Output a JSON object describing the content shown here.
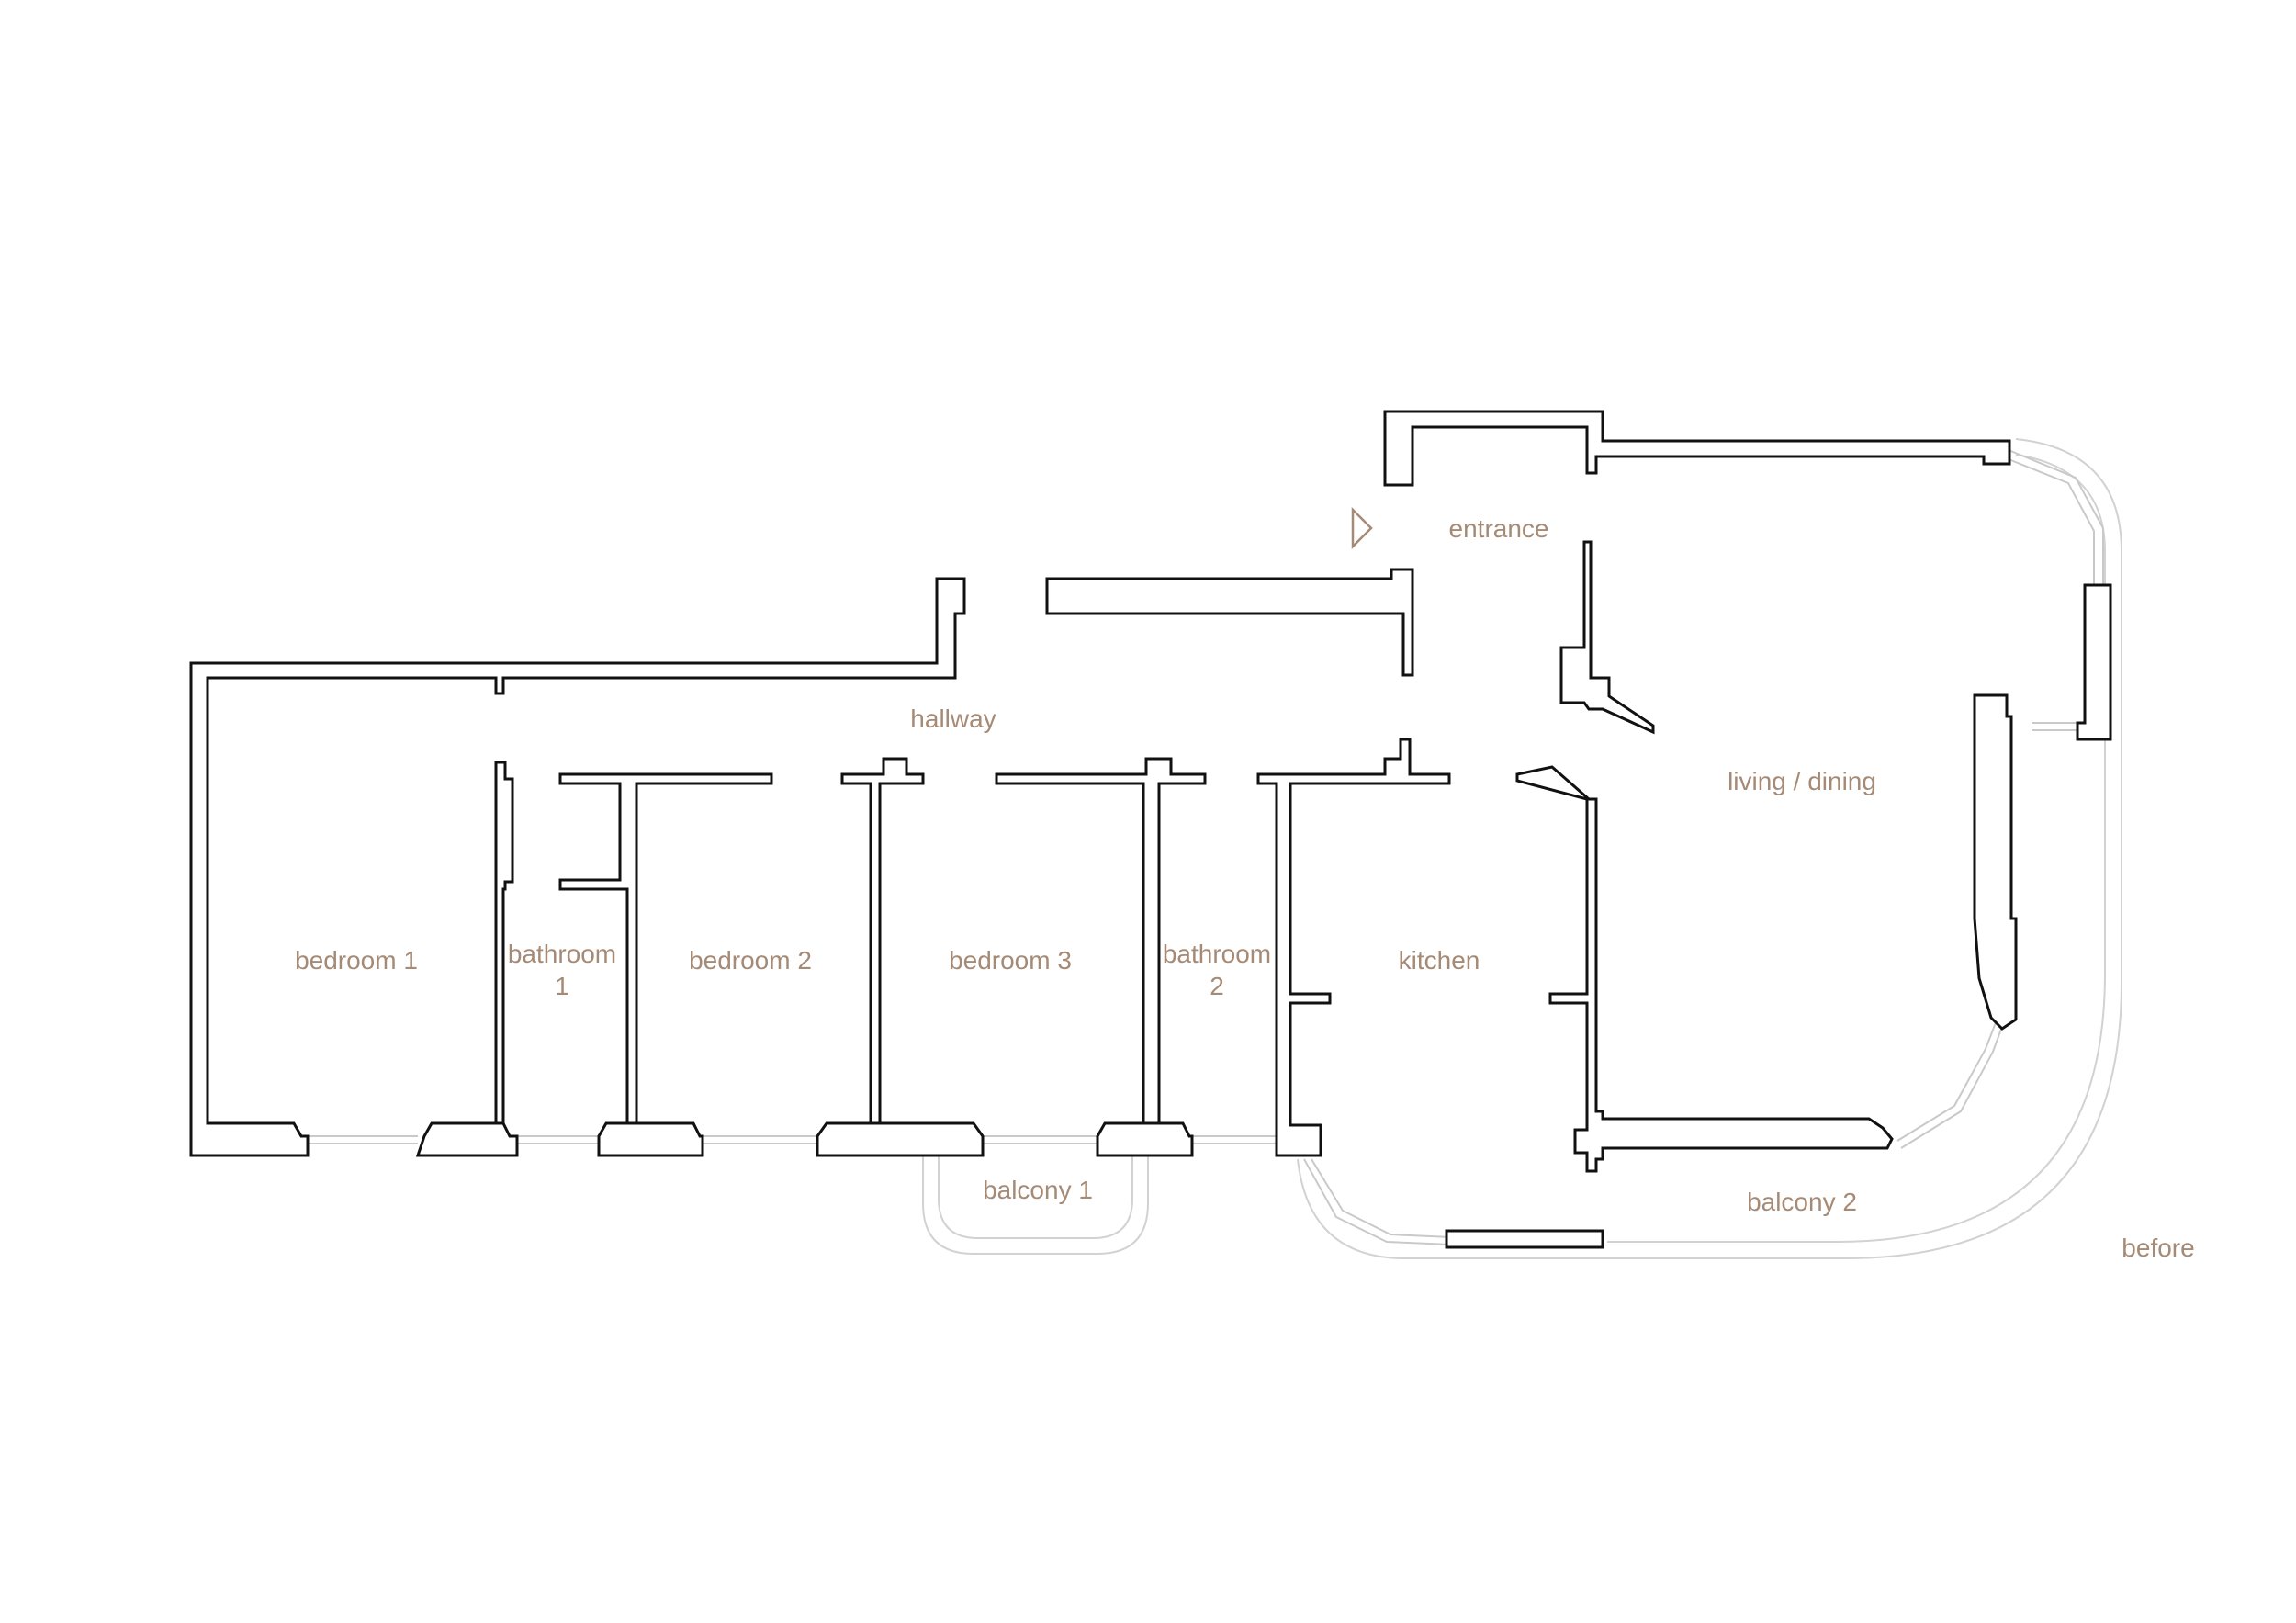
{
  "colors": {
    "label": "#a58a76",
    "wall": "#111111",
    "window": "#c9c9c9"
  },
  "labels": {
    "entrance": "entrance",
    "hallway": "hallway",
    "living_dining": "living / dining",
    "bedroom_1": "bedroom 1",
    "bathroom_1_line1": "bathroom",
    "bathroom_1_line2": "1",
    "bedroom_2": "bedroom 2",
    "bedroom_3": "bedroom 3",
    "bathroom_2_line1": "bathroom",
    "bathroom_2_line2": "2",
    "kitchen": "kitchen",
    "balcony_1": "balcony 1",
    "balcony_2": "balcony 2",
    "state": "before"
  },
  "icons": {
    "entry_marker": "triangle-right-icon"
  }
}
